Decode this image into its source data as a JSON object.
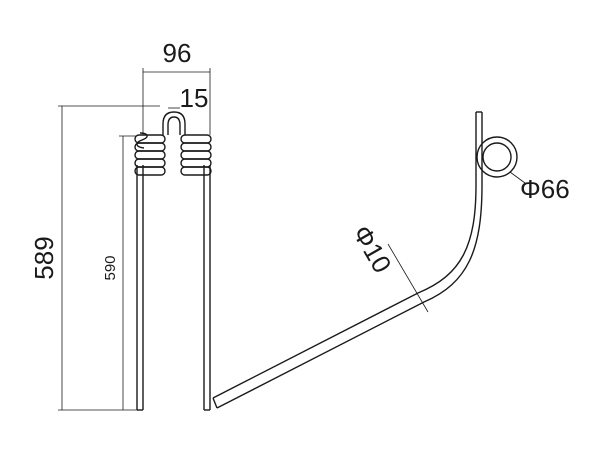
{
  "drawing": {
    "dimensions": {
      "width_top": "96",
      "loop_gap": "15",
      "height_outer": "589",
      "height_inner": "590",
      "wire_diameter": "Φ10",
      "coil_diameter": "Φ66"
    }
  }
}
